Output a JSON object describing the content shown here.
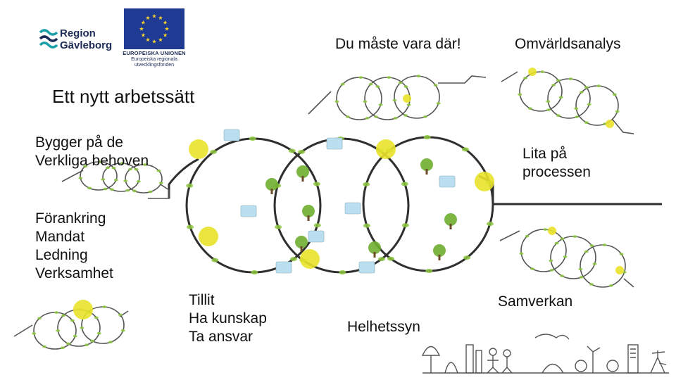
{
  "logo": {
    "region_line1": "Region",
    "region_line2": "Gävleborg",
    "eu_line1": "EUROPEISKA UNIONEN",
    "eu_line2": "Europeiska regionala",
    "eu_line3": "utvecklingsfonden",
    "eu_flag_color": "#1f3a93",
    "eu_star_color": "#f4d22e",
    "region_wave_colors": [
      "#1aa0a6",
      "#1d2b57"
    ]
  },
  "labels": {
    "du_maste": "Du måste vara där!",
    "omvarld": "Omvärldsanalys",
    "title": "Ett nytt arbetssätt",
    "bygger": "Bygger på de\nVerkliga behoven",
    "lita": "Lita på\nprocessen",
    "forankring": "Förankring\nMandat\nLedning\nVerksamhet",
    "tillit": "Tillit\nHa kunskap\nTa ansvar",
    "samverkan": "Samverkan",
    "helhet": "Helhetssyn"
  },
  "colors": {
    "loop_line": "#2f2f2f",
    "leaf_green": "#8cc540",
    "note_yellow": "#e8e22a",
    "card_blue": "#b9dff0"
  }
}
